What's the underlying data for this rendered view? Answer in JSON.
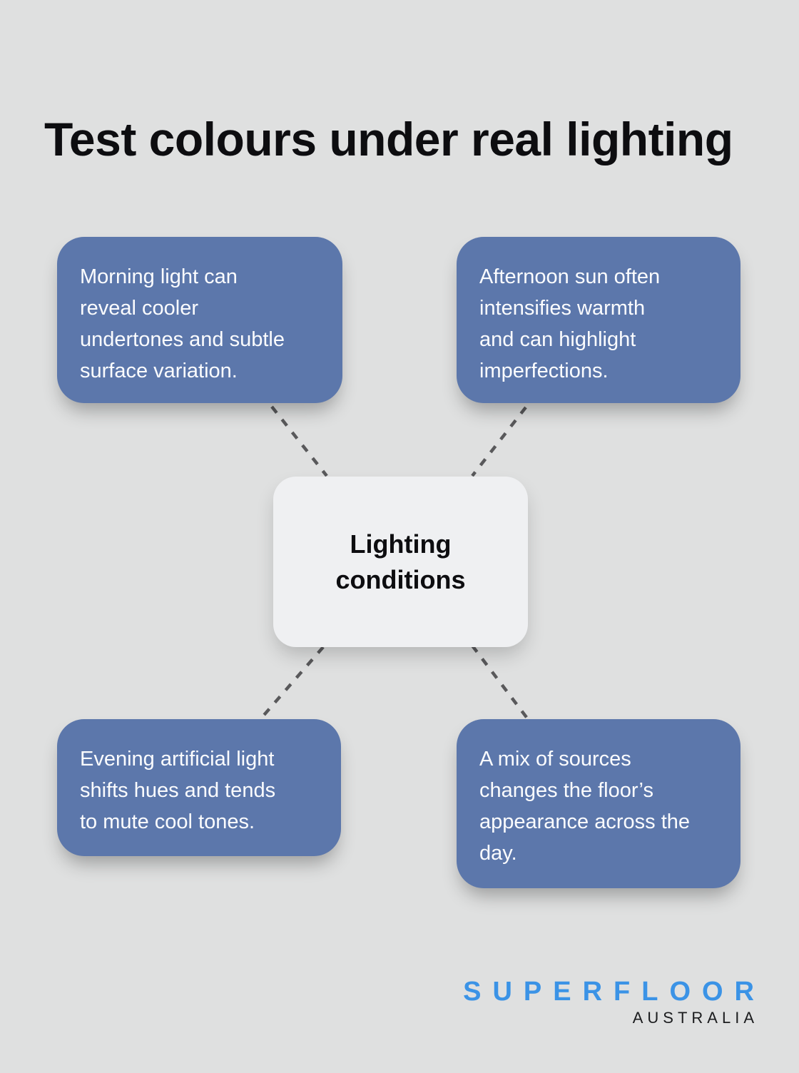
{
  "title": "Test colours under real lighting",
  "center": {
    "label": "Lighting\nconditions"
  },
  "nodes": {
    "top_left": {
      "text": "Morning light can\nreveal cooler\nundertones and subtle\nsurface variation."
    },
    "top_right": {
      "text": "Afternoon sun often\nintensifies warmth\nand can highlight\nimperfections."
    },
    "bottom_left": {
      "text": "Evening artificial light\nshifts hues and tends\nto mute cool tones."
    },
    "bottom_right": {
      "text": "A mix of sources\nchanges the floor’s\nappearance across the\nday."
    }
  },
  "logo": {
    "brand": "SUPERFLOOR",
    "region": "AUSTRALIA"
  },
  "colors": {
    "background": "#dfe0e0",
    "node_fill": "#5c77ab",
    "node_text": "#fbfcfe",
    "center_fill": "#eff0f2",
    "title_text": "#0d0d10",
    "connector": "#59595b",
    "brand_blue": "#3b93e6",
    "region_text": "#1b1c1e"
  }
}
